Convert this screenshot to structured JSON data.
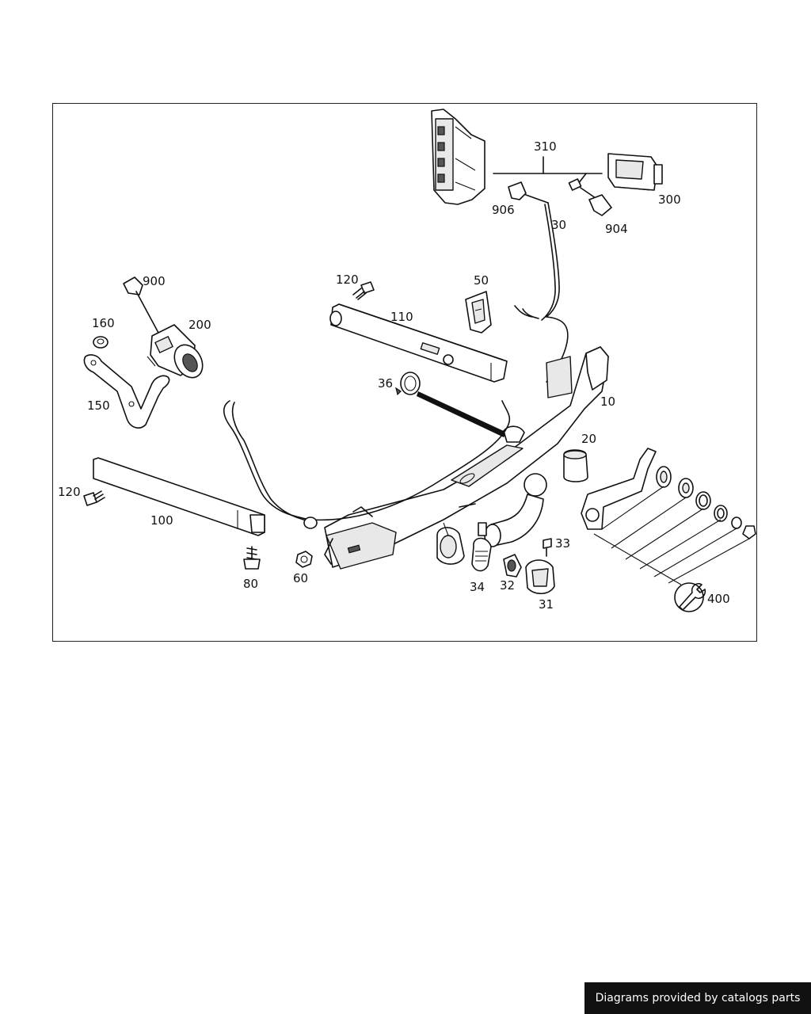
{
  "labels": {
    "l310": "310",
    "l300": "300",
    "l906": "906",
    "l904": "904",
    "l30": "30",
    "l900": "900",
    "l200": "200",
    "l160": "160",
    "l150": "150",
    "l120a": "120",
    "l110": "110",
    "l50": "50",
    "l36": "36",
    "l10": "10",
    "l20": "20",
    "l120b": "120",
    "l100": "100",
    "l80": "80",
    "l60": "60",
    "l34": "34",
    "l32": "32",
    "l33": "33",
    "l31": "31",
    "l400": "400"
  },
  "footer": {
    "text": "Diagrams provided by catalogs parts"
  }
}
